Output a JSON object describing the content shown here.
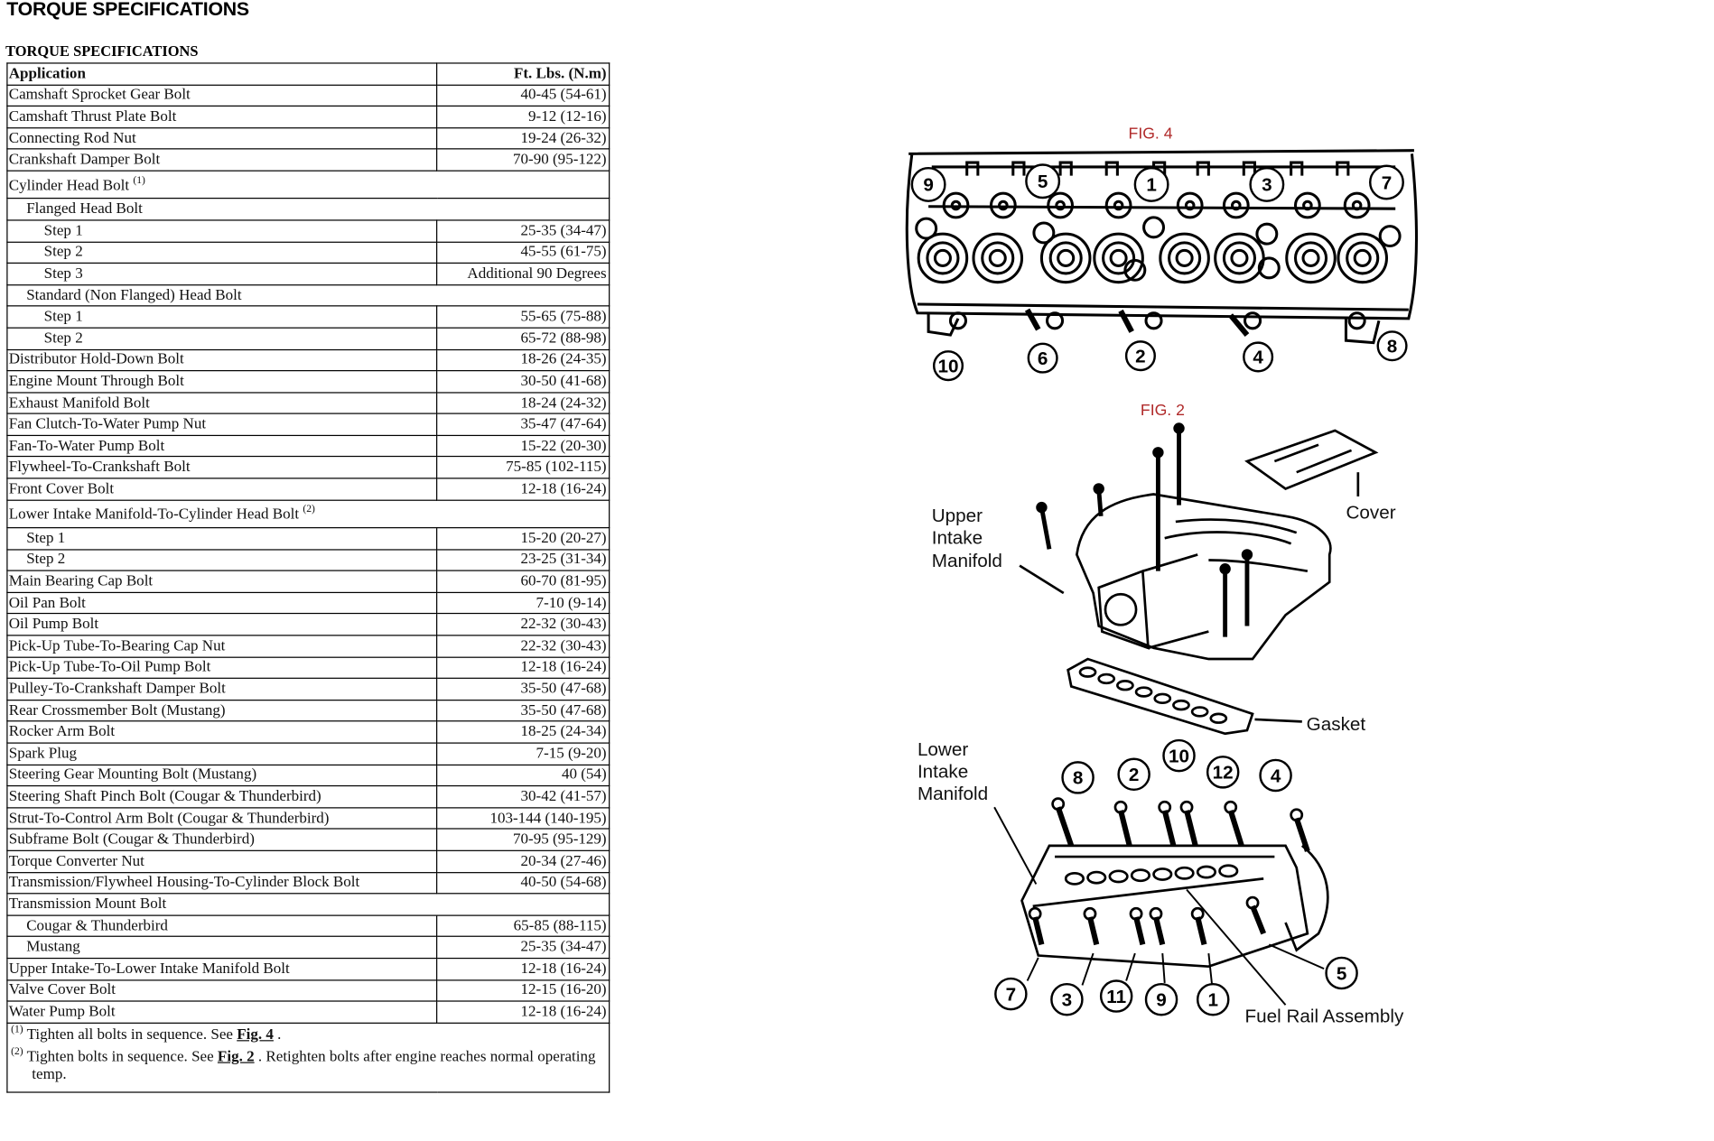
{
  "page_title": "TORQUE SPECIFICATIONS",
  "table": {
    "caption": "TORQUE SPECIFICATIONS",
    "headers": [
      "Application",
      "Ft. Lbs. (N.m)"
    ],
    "rows": [
      {
        "app": "Camshaft Sprocket Gear Bolt",
        "val": "40-45 (54-61)",
        "indent": 0
      },
      {
        "app": "Camshaft Thrust Plate Bolt",
        "val": "9-12 (12-16)",
        "indent": 0
      },
      {
        "app": "Connecting Rod Nut",
        "val": "19-24 (26-32)",
        "indent": 0
      },
      {
        "app": "Crankshaft Damper Bolt",
        "val": "70-90 (95-122)",
        "indent": 0
      },
      {
        "app": "Cylinder Head Bolt",
        "sup": "(1)",
        "val": null,
        "indent": 0
      },
      {
        "app": "Flanged Head Bolt",
        "val": null,
        "indent": 1
      },
      {
        "app": "Step 1",
        "val": "25-35 (34-47)",
        "indent": 2
      },
      {
        "app": "Step 2",
        "val": "45-55 (61-75)",
        "indent": 2
      },
      {
        "app": "Step 3",
        "val": "Additional 90 Degrees",
        "indent": 2
      },
      {
        "app": "Standard (Non Flanged) Head Bolt",
        "val": null,
        "indent": 1
      },
      {
        "app": "Step 1",
        "val": "55-65 (75-88)",
        "indent": 2
      },
      {
        "app": "Step 2",
        "val": "65-72 (88-98)",
        "indent": 2
      },
      {
        "app": "Distributor Hold-Down Bolt",
        "val": "18-26 (24-35)",
        "indent": 0
      },
      {
        "app": "Engine Mount Through Bolt",
        "val": "30-50 (41-68)",
        "indent": 0
      },
      {
        "app": "Exhaust Manifold Bolt",
        "val": "18-24 (24-32)",
        "indent": 0
      },
      {
        "app": "Fan Clutch-To-Water Pump Nut",
        "val": "35-47 (47-64)",
        "indent": 0
      },
      {
        "app": "Fan-To-Water Pump Bolt",
        "val": "15-22 (20-30)",
        "indent": 0
      },
      {
        "app": "Flywheel-To-Crankshaft Bolt",
        "val": "75-85 (102-115)",
        "indent": 0
      },
      {
        "app": "Front Cover Bolt",
        "val": "12-18 (16-24)",
        "indent": 0
      },
      {
        "app": "Lower Intake Manifold-To-Cylinder Head Bolt",
        "sup": "(2)",
        "val": null,
        "indent": 0
      },
      {
        "app": "Step 1",
        "val": "15-20 (20-27)",
        "indent": 1
      },
      {
        "app": "Step 2",
        "val": "23-25 (31-34)",
        "indent": 1
      },
      {
        "app": "Main Bearing Cap Bolt",
        "val": "60-70 (81-95)",
        "indent": 0
      },
      {
        "app": "Oil Pan Bolt",
        "val": "7-10 (9-14)",
        "indent": 0
      },
      {
        "app": "Oil Pump Bolt",
        "val": "22-32 (30-43)",
        "indent": 0
      },
      {
        "app": "Pick-Up Tube-To-Bearing Cap Nut",
        "val": "22-32 (30-43)",
        "indent": 0
      },
      {
        "app": "Pick-Up Tube-To-Oil Pump Bolt",
        "val": "12-18 (16-24)",
        "indent": 0
      },
      {
        "app": "Pulley-To-Crankshaft Damper Bolt",
        "val": "35-50 (47-68)",
        "indent": 0
      },
      {
        "app": "Rear Crossmember Bolt (Mustang)",
        "val": "35-50 (47-68)",
        "indent": 0
      },
      {
        "app": "Rocker Arm Bolt",
        "val": "18-25 (24-34)",
        "indent": 0
      },
      {
        "app": "Spark Plug",
        "val": "7-15 (9-20)",
        "indent": 0
      },
      {
        "app": "Steering Gear Mounting Bolt (Mustang)",
        "val": "40 (54)",
        "indent": 0
      },
      {
        "app": "Steering Shaft Pinch Bolt (Cougar & Thunderbird)",
        "val": "30-42 (41-57)",
        "indent": 0
      },
      {
        "app": "Strut-To-Control Arm Bolt (Cougar & Thunderbird)",
        "val": "103-144 (140-195)",
        "indent": 0
      },
      {
        "app": "Subframe Bolt (Cougar & Thunderbird)",
        "val": "70-95 (95-129)",
        "indent": 0
      },
      {
        "app": "Torque Converter Nut",
        "val": "20-34 (27-46)",
        "indent": 0
      },
      {
        "app": "Transmission/Flywheel Housing-To-Cylinder Block Bolt",
        "val": "40-50 (54-68)",
        "indent": 0
      },
      {
        "app": "Transmission Mount Bolt",
        "val": null,
        "indent": 0
      },
      {
        "app": "Cougar & Thunderbird",
        "val": "65-85 (88-115)",
        "indent": 1
      },
      {
        "app": "Mustang",
        "val": "25-35 (34-47)",
        "indent": 1
      },
      {
        "app": "Upper Intake-To-Lower Intake Manifold Bolt",
        "val": "12-18 (16-24)",
        "indent": 0
      },
      {
        "app": "Valve Cover Bolt",
        "val": "12-15 (16-20)",
        "indent": 0
      },
      {
        "app": "Water Pump Bolt",
        "val": "12-18 (16-24)",
        "indent": 0
      }
    ],
    "footnotes": [
      {
        "mark": "(1)",
        "before": "Tighten all bolts in sequence. See ",
        "link": "Fig. 4",
        "after": " ."
      },
      {
        "mark": "(2)",
        "before": "Tighten bolts in sequence. See ",
        "link": "Fig. 2",
        "after": " . Retighten bolts after engine reaches normal operating temp."
      }
    ]
  },
  "fig4": {
    "title": "FIG. 4",
    "sequence_top": [
      "9",
      "5",
      "1",
      "3",
      "7"
    ],
    "sequence_bottom": [
      "10",
      "6",
      "2",
      "4",
      "8"
    ]
  },
  "fig2": {
    "title": "FIG. 2",
    "labels": {
      "upper_intake": [
        "Upper",
        "Intake",
        "Manifold"
      ],
      "cover": "Cover",
      "gasket": "Gasket",
      "lower_intake": [
        "Lower",
        "Intake",
        "Manifold"
      ],
      "fuel_rail": "Fuel Rail Assembly"
    },
    "sequence_top": [
      "8",
      "2",
      "10",
      "12",
      "4"
    ],
    "sequence_bottom": [
      "7",
      "3",
      "11",
      "9",
      "1",
      "5"
    ]
  },
  "colors": {
    "figure_title": "#b02a2a",
    "ink": "#000000"
  }
}
